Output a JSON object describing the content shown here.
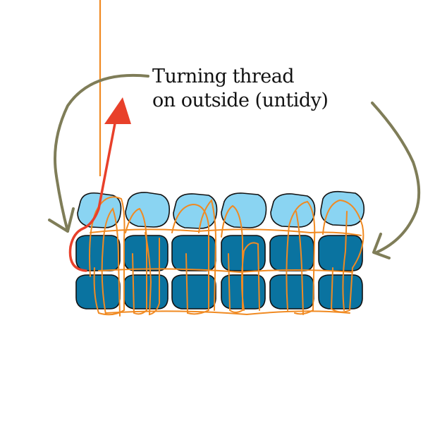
{
  "annotation": {
    "line1": "Turning thread",
    "line2": "on outside (untidy)"
  },
  "colors": {
    "bead_light": "#8ad4f2",
    "bead_dark": "#0a73a0",
    "bead_outline": "#111111",
    "thread": "#f08a22",
    "turning_thread": "#e8402a",
    "arrow": "#7f7d58",
    "text": "#111111"
  },
  "beads": {
    "columns": 6,
    "rows": [
      "light",
      "dark",
      "dark"
    ]
  }
}
